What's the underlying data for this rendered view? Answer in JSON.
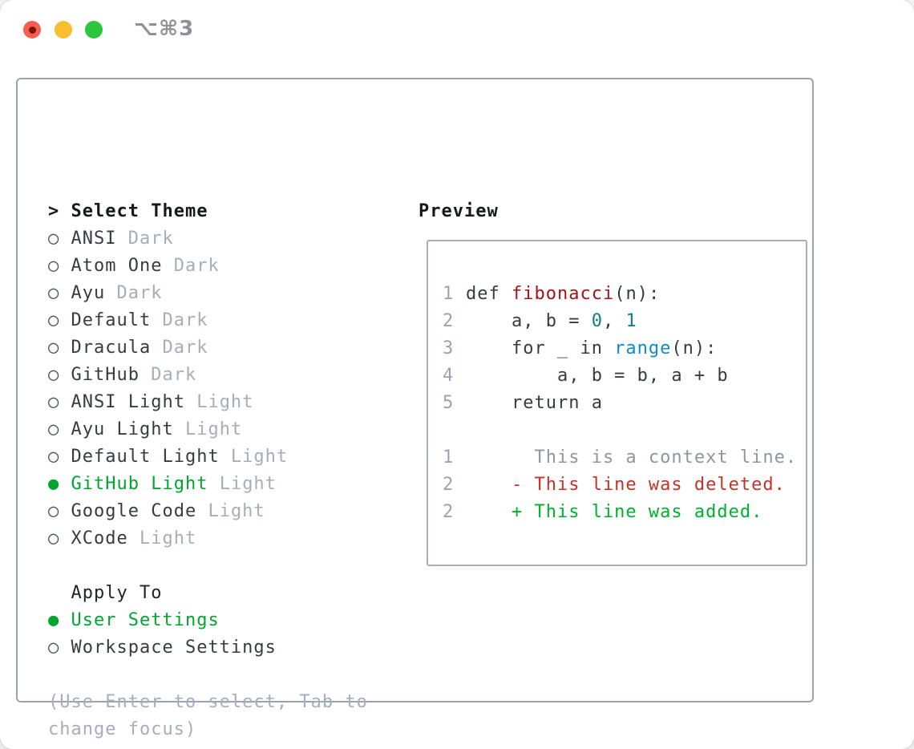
{
  "window": {
    "title_shortcut": "⌥⌘3"
  },
  "titlebar": {
    "buttons": [
      "close",
      "minimize",
      "zoom"
    ]
  },
  "icons": {
    "prompt": ">",
    "radio_selected": "●",
    "radio_unselected": "○"
  },
  "theme_panel": {
    "title": "Select Theme",
    "themes": [
      {
        "name": "ANSI",
        "tag": "Dark",
        "selected": false
      },
      {
        "name": "Atom One",
        "tag": "Dark",
        "selected": false
      },
      {
        "name": "Ayu",
        "tag": "Dark",
        "selected": false
      },
      {
        "name": "Default",
        "tag": "Dark",
        "selected": false
      },
      {
        "name": "Dracula",
        "tag": "Dark",
        "selected": false
      },
      {
        "name": "GitHub",
        "tag": "Dark",
        "selected": false
      },
      {
        "name": "ANSI Light",
        "tag": "Light",
        "selected": false
      },
      {
        "name": "Ayu Light",
        "tag": "Light",
        "selected": false
      },
      {
        "name": "Default Light",
        "tag": "Light",
        "selected": false
      },
      {
        "name": "GitHub Light",
        "tag": "Light",
        "selected": true
      },
      {
        "name": "Google Code",
        "tag": "Light",
        "selected": false
      },
      {
        "name": "XCode",
        "tag": "Light",
        "selected": false
      }
    ],
    "apply_to": {
      "title": "Apply To",
      "options": [
        {
          "name": "User Settings",
          "selected": true
        },
        {
          "name": "Workspace Settings",
          "selected": false
        }
      ]
    },
    "hint_lines": [
      "(Use Enter to select, Tab to",
      "change focus)"
    ]
  },
  "preview_panel": {
    "title": "Preview",
    "code_lines": [
      {
        "num": "1",
        "segments": [
          {
            "t": "def ",
            "c": "plain"
          },
          {
            "t": "fibonacci",
            "c": "func"
          },
          {
            "t": "(n):",
            "c": "plain"
          }
        ]
      },
      {
        "num": "2",
        "segments": [
          {
            "t": "    a, b = ",
            "c": "plain"
          },
          {
            "t": "0",
            "c": "number"
          },
          {
            "t": ", ",
            "c": "plain"
          },
          {
            "t": "1",
            "c": "number"
          }
        ]
      },
      {
        "num": "3",
        "segments": [
          {
            "t": "    for _ in ",
            "c": "plain"
          },
          {
            "t": "range",
            "c": "builtin"
          },
          {
            "t": "(n):",
            "c": "plain"
          }
        ]
      },
      {
        "num": "4",
        "segments": [
          {
            "t": "        a, b = b, a + b",
            "c": "plain"
          }
        ]
      },
      {
        "num": "5",
        "segments": [
          {
            "t": "    return a",
            "c": "plain"
          }
        ]
      }
    ],
    "diff_lines": [
      {
        "num": "1",
        "segments": [
          {
            "t": "      This is a context line.",
            "c": "context"
          }
        ]
      },
      {
        "num": "2",
        "segments": [
          {
            "t": "    - This line was deleted.",
            "c": "deleted"
          }
        ]
      },
      {
        "num": "2",
        "segments": [
          {
            "t": "    + This line was added.",
            "c": "added"
          }
        ]
      }
    ]
  },
  "colors": {
    "accent_green": "#00a52f",
    "added_green": "#00b12f",
    "deleted_red": "#c53228",
    "func_red": "#a31515",
    "number_teal": "#0f7f8a",
    "builtin_blue": "#0e8cc8",
    "text_dark": "#363c42",
    "heading_black": "#15181c",
    "muted_gray": "#a6aeba",
    "context_gray": "#8f979e",
    "line_number_gray": "#9aa4b0",
    "border_gray": "#9aa3ae",
    "traffic_red": "#f45f52",
    "traffic_yellow": "#fcbd2f",
    "traffic_green": "#2ec53e"
  }
}
